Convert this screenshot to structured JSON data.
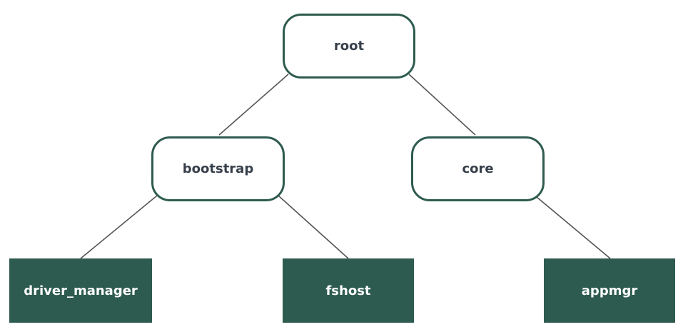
{
  "diagram": {
    "nodes": {
      "root": "root",
      "bootstrap": "bootstrap",
      "core": "core",
      "driver_manager": "driver_manager",
      "fshost": "fshost",
      "appmgr": "appmgr"
    },
    "edges": [
      [
        "root",
        "bootstrap"
      ],
      [
        "root",
        "core"
      ],
      [
        "bootstrap",
        "driver_manager"
      ],
      [
        "bootstrap",
        "fshost"
      ],
      [
        "core",
        "appmgr"
      ]
    ],
    "colors": {
      "realm_border": "#2e5b4f",
      "realm_fill": "#ffffff",
      "realm_text": "#37404a",
      "component_fill": "#2e5b4f",
      "component_text": "#ffffff",
      "edge": "#555555"
    }
  }
}
